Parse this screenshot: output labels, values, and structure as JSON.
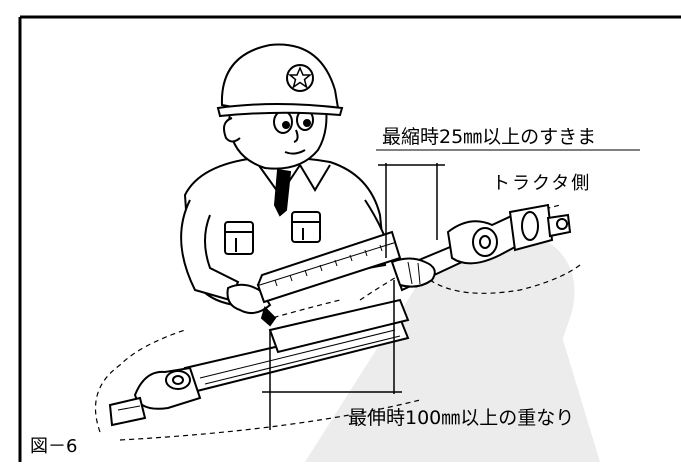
{
  "figure": {
    "label": "図－6"
  },
  "annotations": {
    "min_gap": "最縮時25㎜以上のすきま",
    "tractor_side": "トラクタ側",
    "max_overlap": "最伸時100㎜以上の重なり"
  },
  "colors": {
    "ink": "#000000",
    "paper": "#ffffff",
    "watermark": "#ececec"
  },
  "icons": {
    "helmet_emblem": "star-icon"
  }
}
